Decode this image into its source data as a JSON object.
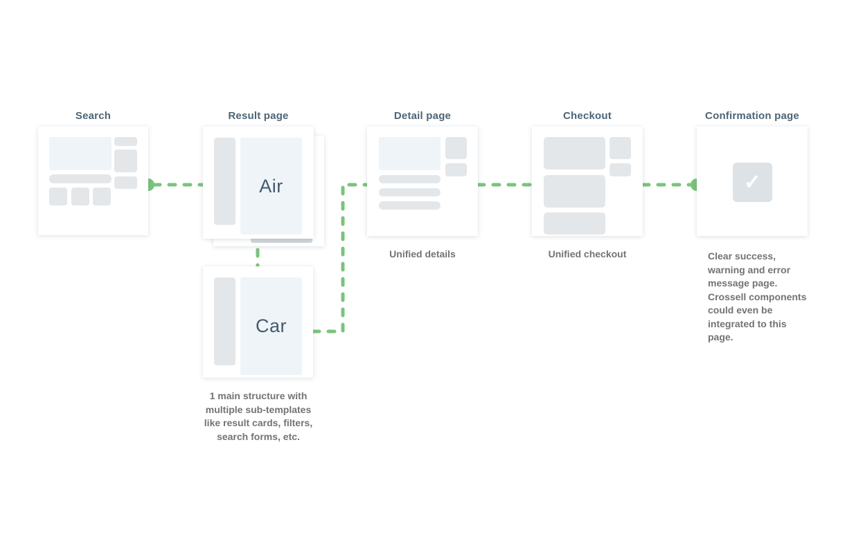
{
  "colors": {
    "background": "#ffffff",
    "card": "#ffffff",
    "block_gray": "#e3e7ea",
    "panel_blue": "#eff4f8",
    "back_panel_gray": "#cfd6db",
    "check_square": "#dde2e6",
    "connector_green": "#7ac47c",
    "title_text": "#4d6476",
    "body_text": "#717375",
    "panel_label_text": "#44596e"
  },
  "diagram": {
    "type": "user-flow",
    "columns": [
      {
        "id": "search",
        "title": "Search"
      },
      {
        "id": "result",
        "title": "Result page",
        "variants": [
          "Air",
          "Car"
        ],
        "note": "1 main structure with multiple sub-templates like result cards, filters, search forms, etc."
      },
      {
        "id": "detail",
        "title": "Detail page",
        "caption": "Unified details"
      },
      {
        "id": "checkout",
        "title": "Checkout",
        "caption": "Unified checkout"
      },
      {
        "id": "confirmation",
        "title": "Confirmation page",
        "note": "Clear success, warning and error message page. Crossell components could even be integrated to this page."
      }
    ],
    "edges": [
      "Search -> Result page",
      "Result page (Air) -> Result page (Car)",
      "Result page (Car) -> Detail page",
      "Detail page -> Checkout",
      "Checkout -> Confirmation page"
    ]
  },
  "icons": {
    "check": "✓"
  }
}
